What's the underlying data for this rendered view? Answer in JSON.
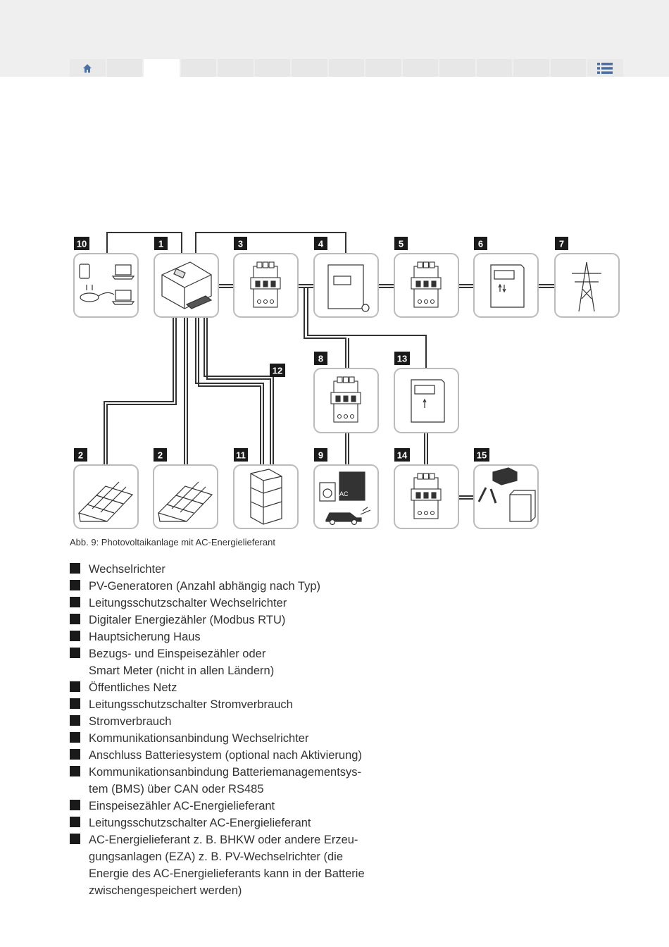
{
  "nav": {
    "home_icon": "home-icon",
    "menu_icon": "list-menu-icon",
    "tab_count": 14,
    "active_tab_index": 2
  },
  "diagram": {
    "labels": {
      "n1": "1",
      "n2a": "2",
      "n2b": "2",
      "n3": "3",
      "n4": "4",
      "n5": "5",
      "n6": "6",
      "n7": "7",
      "n8": "8",
      "n9": "9",
      "n10": "10",
      "n11": "11",
      "n12": "12",
      "n13": "13",
      "n14": "14",
      "n15": "15"
    },
    "ac_label": "AC"
  },
  "caption": "Abb. 9: Photovoltaikanlage mit AC-Energielieferant",
  "legend": [
    {
      "lines": [
        "Wechselrichter"
      ]
    },
    {
      "lines": [
        "PV-Generatoren (Anzahl abhängig nach Typ)"
      ]
    },
    {
      "lines": [
        "Leitungsschutzschalter Wechselrichter"
      ]
    },
    {
      "lines": [
        "Digitaler Energiezähler (Modbus RTU)"
      ]
    },
    {
      "lines": [
        "Hauptsicherung Haus"
      ]
    },
    {
      "lines": [
        "Bezugs- und Einspeisezähler oder",
        "Smart Meter (nicht in allen Ländern)"
      ]
    },
    {
      "lines": [
        "Öffentliches Netz"
      ]
    },
    {
      "lines": [
        "Leitungsschutzschalter Stromverbrauch"
      ]
    },
    {
      "lines": [
        "Stromverbrauch"
      ]
    },
    {
      "lines": [
        "Kommunikationsanbindung Wechselrichter"
      ]
    },
    {
      "lines": [
        "Anschluss Batteriesystem (optional nach Aktivierung)"
      ]
    },
    {
      "lines": [
        "Kommunikationsanbindung Batteriemanagementsys-",
        "tem (BMS) über CAN oder RS485"
      ]
    },
    {
      "lines": [
        "Einspeisezähler AC-Energielieferant"
      ]
    },
    {
      "lines": [
        "Leitungsschutzschalter AC-Energielieferant"
      ]
    },
    {
      "lines": [
        "AC-Energielieferant z. B. BHKW oder andere Erzeu-",
        "gungsanlagen (EZA) z. B. PV-Wechselrichter (die",
        "Energie des AC-Energielieferants kann in der Batterie",
        "zwischengespeichert werden)"
      ]
    }
  ]
}
